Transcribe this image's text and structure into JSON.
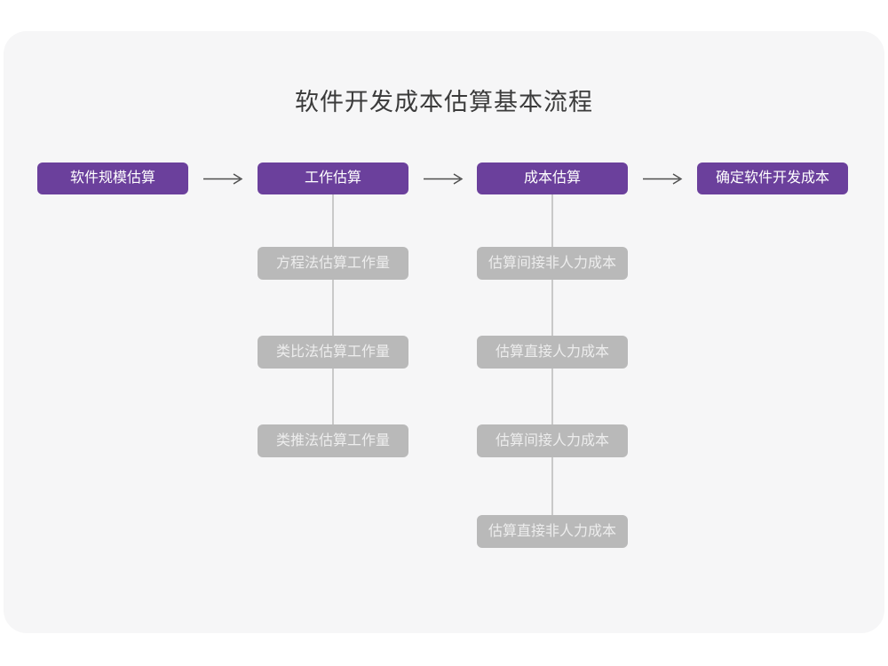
{
  "page": {
    "title": "软件开发成本估算基本流程"
  },
  "colors": {
    "accent_purple": "#6b409c",
    "substep_gray": "#b9b9b9",
    "card_background": "#f6f6f7",
    "connector_gray": "#c9c9c9",
    "arrow_gray": "#4d4d4d"
  },
  "flow": {
    "main_steps": [
      {
        "label": "软件规模估算"
      },
      {
        "label": "工作估算"
      },
      {
        "label": "成本估算"
      },
      {
        "label": "确定软件开发成本"
      }
    ],
    "work_substeps": [
      "方程法估算工作量",
      "类比法估算工作量",
      "类推法估算工作量"
    ],
    "cost_substeps": [
      "估算间接非人力成本",
      "估算直接人力成本",
      "估算间接人力成本",
      "估算直接非人力成本"
    ]
  }
}
